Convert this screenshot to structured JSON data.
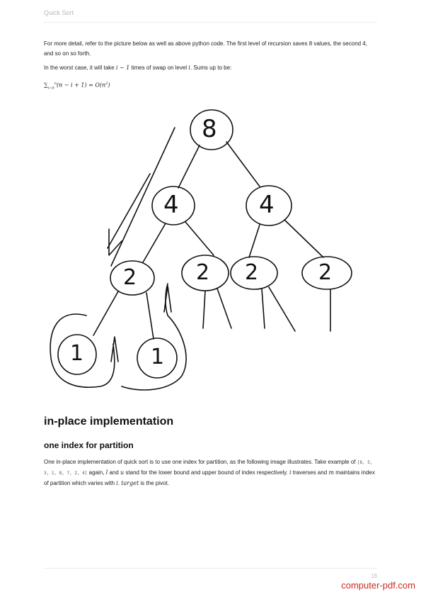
{
  "header": {
    "title": "Quick Sort"
  },
  "intro": {
    "para1": "For more detail, refer to the picture below as well as above python code. The first level of recursion saves 8 values, the second 4, and so on so forth.",
    "para2_before": "In the worst case, it will take ",
    "para2_math": "i − 1",
    "para2_after": " times of swap on level ",
    "para2_math2": "i",
    "para2_end": ". Sums up to be:",
    "formula_sum": "∑",
    "formula_sub": "i=0",
    "formula_sup": "n",
    "formula_body": "(n − i + 1) = O(n",
    "formula_exp": "2",
    "formula_close": ")"
  },
  "figure": {
    "nodes": [
      "8",
      "4",
      "4",
      "2",
      "2",
      "2",
      "2",
      "1",
      "1"
    ]
  },
  "section": {
    "heading": "in-place implementation",
    "subheading": "one index for partition",
    "p_start": "One in-place implementation of quick sort is to use one index for partition, as the following image illustrates. Take example of ",
    "p_code": "[8, 5, 3, 1, 8, 7, 2, 4]",
    "p_mid1": " again, ",
    "p_l": "l",
    "p_and": " and ",
    "p_u": "u",
    "p_mid2": " stand for the lower bound and upper bound of index respectively. ",
    "p_i": "i",
    "p_mid3": " traverses and ",
    "p_m": "m",
    "p_mid4": " maintains index of partition which varies with ",
    "p_i2": "i",
    "p_dot": ". ",
    "p_target": "target",
    "p_end": " is the pivot."
  },
  "footer": {
    "page_number": "18"
  },
  "watermark": {
    "text": "computer-pdf.com",
    "color": "#cc2a1e"
  }
}
